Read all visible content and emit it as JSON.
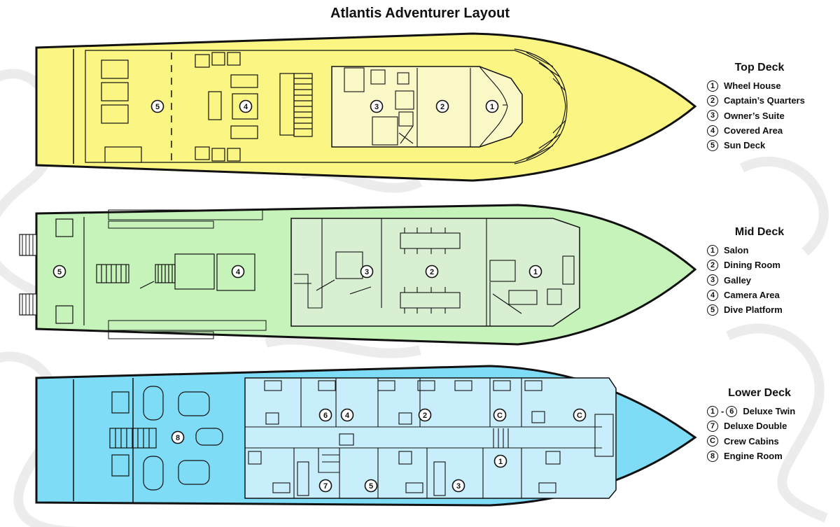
{
  "title": "Atlantis Adventurer Layout",
  "colors": {
    "top": "#fbf683",
    "mid": "#c6f3ba",
    "lower": "#7fdcf7",
    "interior": "#fbf8c8",
    "interior_mid": "#d8efd2",
    "interior_low": "#c9eefb",
    "line": "#111111"
  },
  "decks": [
    {
      "name": "Top Deck",
      "items": [
        {
          "badge": "1",
          "label": "Wheel House"
        },
        {
          "badge": "2",
          "label": "Captain’s Quarters"
        },
        {
          "badge": "3",
          "label": "Owner’s Suite"
        },
        {
          "badge": "4",
          "label": "Covered Area"
        },
        {
          "badge": "5",
          "label": "Sun Deck"
        }
      ]
    },
    {
      "name": "Mid Deck",
      "items": [
        {
          "badge": "1",
          "label": "Salon"
        },
        {
          "badge": "2",
          "label": "Dining Room"
        },
        {
          "badge": "3",
          "label": "Galley"
        },
        {
          "badge": "4",
          "label": "Camera Area"
        },
        {
          "badge": "5",
          "label": "Dive Platform"
        }
      ]
    },
    {
      "name": "Lower Deck",
      "items": [
        {
          "badge": "1",
          "badge2": "6",
          "label": "Deluxe Twin"
        },
        {
          "badge": "7",
          "label": "Deluxe Double"
        },
        {
          "badge": "C",
          "label": "Crew Cabins"
        },
        {
          "badge": "8",
          "label": "Engine Room"
        }
      ]
    }
  ],
  "plan_markers": {
    "top": [
      "1",
      "2",
      "3",
      "4",
      "5"
    ],
    "mid": [
      "1",
      "2",
      "3",
      "4",
      "5"
    ],
    "lower": [
      "6",
      "4",
      "2",
      "C",
      "C",
      "1",
      "7",
      "5",
      "3",
      "8"
    ]
  }
}
